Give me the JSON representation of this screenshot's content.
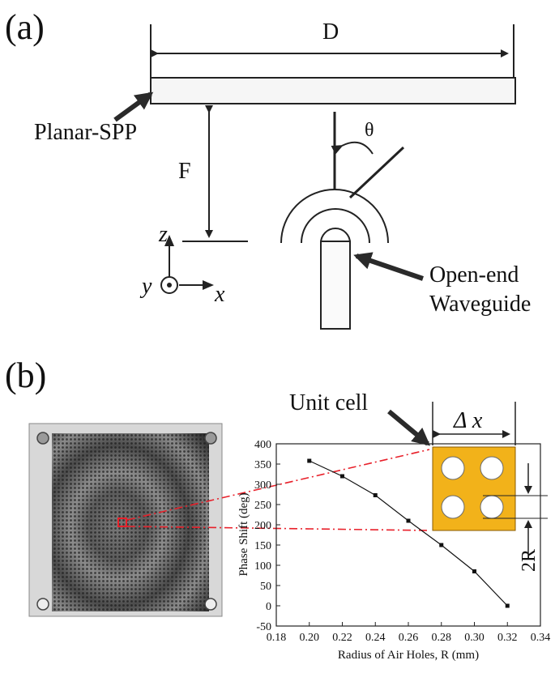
{
  "panel_a": {
    "label": "(a)",
    "dimension_d": "D",
    "dimension_f": "F",
    "angle": "θ",
    "planar_spp_label": "Planar-SPP",
    "waveguide_label_line1": "Open-end",
    "waveguide_label_line2": "Waveguide",
    "axis_z": "z",
    "axis_y": "y",
    "axis_x": "x"
  },
  "panel_b": {
    "label": "(b)",
    "unit_cell_label": "Unit cell",
    "delta_x_label": "Δ x",
    "radius_label": "2R",
    "highlight_color": "#e8202a",
    "unit_cell_color": "#f2b21a"
  },
  "chart_data": {
    "type": "line",
    "xlabel": "Radius of Air Holes, R (mm)",
    "ylabel": "Phase Shift (deg)",
    "xlim": [
      0.18,
      0.34
    ],
    "ylim": [
      -50,
      400
    ],
    "xticks": [
      "0.18",
      "0.20",
      "0.22",
      "0.24",
      "0.26",
      "0.28",
      "0.30",
      "0.32",
      "0.34"
    ],
    "yticks": [
      "-50",
      "0",
      "50",
      "100",
      "150",
      "200",
      "250",
      "300",
      "350",
      "400"
    ],
    "series": [
      {
        "x": [
          0.2,
          0.22,
          0.24,
          0.26,
          0.28,
          0.3,
          0.32
        ],
        "y": [
          358,
          320,
          273,
          210,
          150,
          85,
          0
        ]
      }
    ],
    "markers": "square",
    "grid": false
  }
}
